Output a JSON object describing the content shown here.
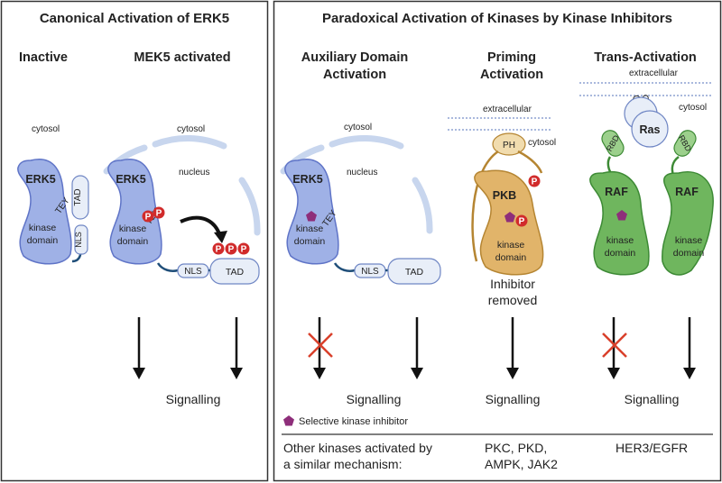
{
  "colors": {
    "erk5": "#9fb1e6",
    "erk5_stroke": "#5f74c7",
    "pkb": "#e1b46a",
    "pkb_stroke": "#b58532",
    "raf": "#6fb65e",
    "raf_stroke": "#3d8a35",
    "phospho": "#d12b2b",
    "inhibitor": "#8e2e7a",
    "cross": "#d9402b",
    "membrane": "#aab9dd",
    "nucleus": "#c8d6ee"
  },
  "left_panel": {
    "title": "Canonical Activation of ERK5",
    "inactive": {
      "heading": "Inactive",
      "cytosol": "cytosol",
      "kinase_name": "ERK5",
      "domain_line1": "kinase",
      "domain_line2": "domain",
      "tey": "TEY",
      "tad": "TAD",
      "nls": "NLS"
    },
    "activated": {
      "heading": "MEK5 activated",
      "cytosol": "cytosol",
      "nucleus": "nucleus",
      "kinase_name": "ERK5",
      "domain_line1": "kinase",
      "domain_line2": "domain",
      "tey": "TEY",
      "nls": "NLS",
      "tad": "TAD",
      "p": "P"
    },
    "signalling": "Signalling"
  },
  "right_panel": {
    "title": "Paradoxical Activation of Kinases by Kinase Inhibitors",
    "auxiliary": {
      "heading_line1": "Auxiliary Domain",
      "heading_line2": "Activation",
      "cytosol": "cytosol",
      "nucleus": "nucleus",
      "kinase_name": "ERK5",
      "domain_line1": "kinase",
      "domain_line2": "domain",
      "tey": "TEY",
      "nls": "NLS",
      "tad": "TAD",
      "signalling": "Signalling"
    },
    "priming": {
      "heading_line1": "Priming",
      "heading_line2": "Activation",
      "extracellular": "extracellular",
      "cytosol": "cytosol",
      "ph": "PH",
      "kinase_name": "PKB",
      "domain_line1": "kinase",
      "domain_line2": "domain",
      "p": "P",
      "note_line1": "Inhibitor",
      "note_line2": "removed",
      "signalling": "Signalling"
    },
    "trans": {
      "heading": "Trans-Activation",
      "extracellular": "extracellular",
      "cytosol": "cytosol",
      "ras": "Ras",
      "rbd": "RBD",
      "kinase1": "RAF",
      "kinase2": "RAF",
      "domain_line1": "kinase",
      "domain_line2": "domain",
      "signalling": "Signalling"
    },
    "legend_inhibitor": "Selective kinase inhibitor",
    "footer": {
      "label_line1": "Other kinases activated by",
      "label_line2": "a similar mechanism:",
      "priming_line1": "PKC, PKD,",
      "priming_line2": "AMPK, JAK2",
      "trans_line1": "HER3/EGFR"
    }
  }
}
